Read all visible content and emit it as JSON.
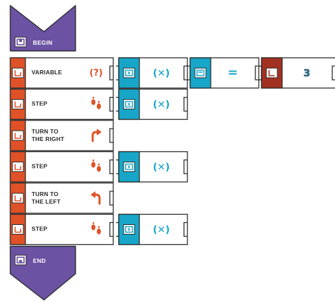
{
  "flow": {
    "begin_label": "BEGIN",
    "end_label": "END",
    "colors": {
      "flow": "#6b52a3",
      "action": "#e05127",
      "param": "#17a6c8",
      "value": "#a23121",
      "outline": "#2b2b2b"
    },
    "rows": [
      {
        "line1": "VARIABLE",
        "line2": "",
        "icon": "question-icon",
        "icon_text": "(?)",
        "params": [
          {
            "kind": "param",
            "icon": "sensor-icon",
            "text": "(✕)"
          },
          {
            "kind": "param",
            "icon": "equals-icon",
            "text": "="
          },
          {
            "kind": "value",
            "icon": "number-icon",
            "text": "3"
          }
        ]
      },
      {
        "line1": "STEP",
        "line2": "",
        "icon": "footsteps-icon",
        "icon_text": "",
        "params": [
          {
            "kind": "param",
            "icon": "sensor-icon",
            "text": "(✕)"
          }
        ]
      },
      {
        "line1": "TURN TO",
        "line2": "THE RIGHT",
        "icon": "turn-right-arrow-icon",
        "icon_text": "",
        "params": []
      },
      {
        "line1": "STEP",
        "line2": "",
        "icon": "footsteps-icon",
        "icon_text": "",
        "params": [
          {
            "kind": "param",
            "icon": "sensor-icon",
            "text": "(✕)"
          }
        ]
      },
      {
        "line1": "TURN TO",
        "line2": "THE LEFT",
        "icon": "turn-left-arrow-icon",
        "icon_text": "",
        "params": []
      },
      {
        "line1": "STEP",
        "line2": "",
        "icon": "footsteps-icon",
        "icon_text": "",
        "params": [
          {
            "kind": "param",
            "icon": "sensor-icon",
            "text": "(✕)"
          }
        ]
      }
    ]
  }
}
